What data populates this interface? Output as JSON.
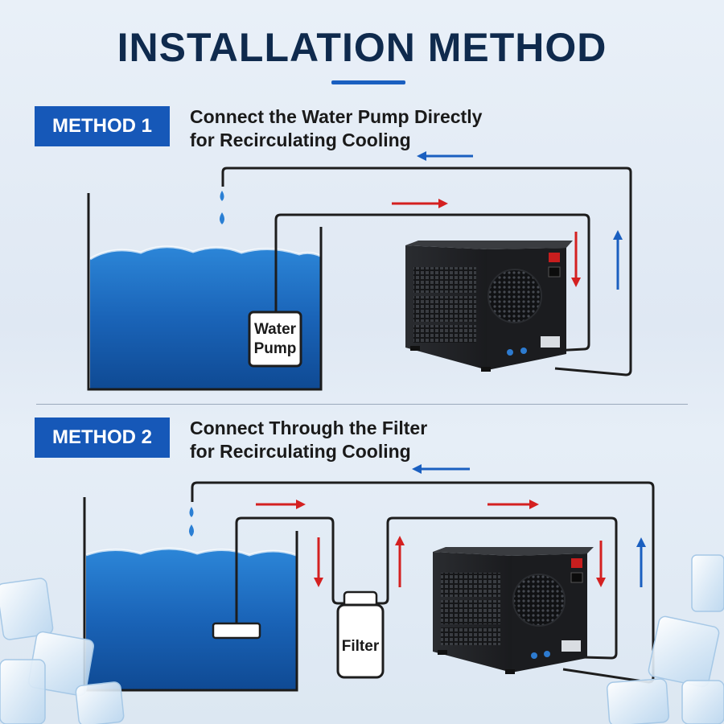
{
  "header": {
    "title": "INSTALLATION METHOD"
  },
  "method1": {
    "badge": "METHOD 1",
    "line1": "Connect the Water Pump Directly",
    "line2": "for Recirculating Cooling",
    "pump_line1": "Water",
    "pump_line2": "Pump"
  },
  "method2": {
    "badge": "METHOD 2",
    "line1": "Connect Through the Filter",
    "line2": "for Recirculating Cooling",
    "filter_label": "Filter"
  },
  "colors": {
    "navy": "#0f2a4d",
    "badge_blue": "#1658b8",
    "water_blue": "#1f6fc0",
    "arrow_red": "#d42020",
    "arrow_blue": "#1a5fc0",
    "chiller": "#1d1f22"
  }
}
